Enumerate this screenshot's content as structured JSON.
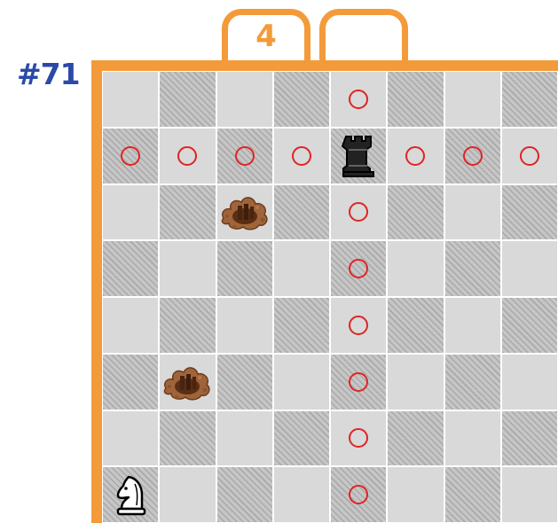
{
  "puzzle": {
    "number_label": "#71"
  },
  "tabs": [
    {
      "label": "4"
    },
    {
      "label": ""
    }
  ],
  "board": {
    "rows": 8,
    "cols": 8,
    "colors": {
      "frame": "#f39b3a",
      "light_square": "#d9d9d9",
      "dark_square": "#c6c6c6",
      "marker": "#e02424",
      "title": "#2b4aa8"
    },
    "pieces": [
      {
        "type": "rook",
        "color": "black",
        "row": 1,
        "col": 4,
        "icon": "black-rook-icon"
      },
      {
        "type": "knight",
        "color": "white",
        "row": 7,
        "col": 0,
        "icon": "white-knight-icon"
      }
    ],
    "obstacles": [
      {
        "type": "hole",
        "row": 2,
        "col": 2,
        "icon": "dirt-hole-icon"
      },
      {
        "type": "hole",
        "row": 5,
        "col": 1,
        "icon": "dirt-hole-icon"
      }
    ],
    "markers": [
      {
        "row": 0,
        "col": 4
      },
      {
        "row": 1,
        "col": 0
      },
      {
        "row": 1,
        "col": 1
      },
      {
        "row": 1,
        "col": 2
      },
      {
        "row": 1,
        "col": 3
      },
      {
        "row": 1,
        "col": 5
      },
      {
        "row": 1,
        "col": 6
      },
      {
        "row": 1,
        "col": 7
      },
      {
        "row": 2,
        "col": 4
      },
      {
        "row": 3,
        "col": 4
      },
      {
        "row": 4,
        "col": 4
      },
      {
        "row": 5,
        "col": 4
      },
      {
        "row": 6,
        "col": 4
      },
      {
        "row": 7,
        "col": 4
      }
    ]
  }
}
